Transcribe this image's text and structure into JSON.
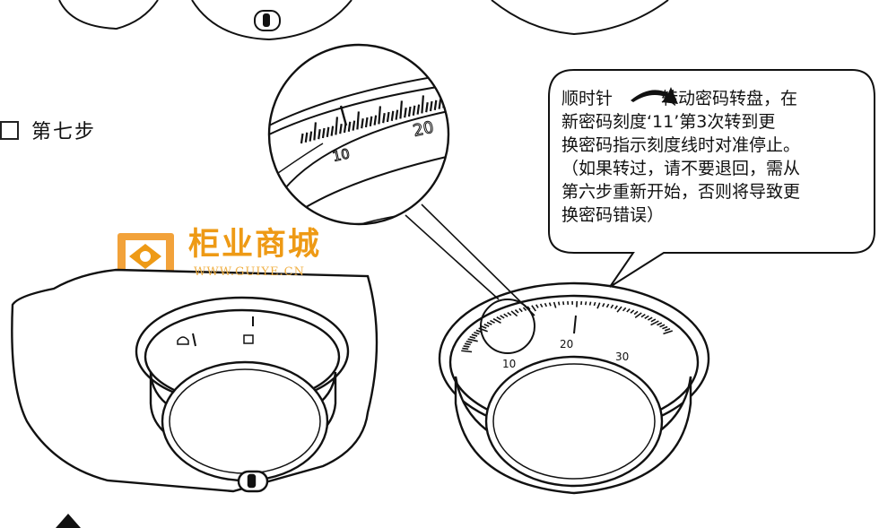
{
  "step": {
    "label": "第七步"
  },
  "callout": {
    "lines": [
      "顺时针",
      "转动密码转盘，在",
      "新密码刻度‘11’第3次转到更",
      "换密码指示刻度线时对准停止。",
      "（如果转过，请不要退回，需从",
      "第六步重新开始，否则将导致更",
      "换密码错误）"
    ]
  },
  "logo": {
    "name": "柜业商城",
    "url": "WWW.GUIYE.CN"
  },
  "dial": {
    "scale_labels": [
      "10",
      "20",
      "30"
    ]
  },
  "zoom": {
    "scale_labels": [
      "10",
      "20"
    ]
  },
  "colors": {
    "logo_orange": "#ee9a15",
    "line": "#111111"
  }
}
